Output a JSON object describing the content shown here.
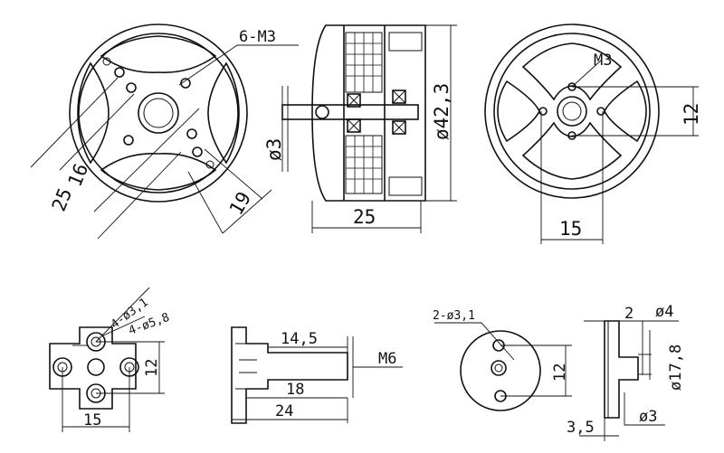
{
  "labels": {
    "holes_m3": "6-M3",
    "dia_42_3": "ø42,3",
    "dia_3": "ø3",
    "dim_16": "16",
    "dim_25_left": "25",
    "dim_19": "19",
    "dim_25_bottom": "25",
    "m3": "M3",
    "dim_12_right": "12",
    "dim_15_right": "15",
    "holes_4_31": "4-ø3,1",
    "holes_4_58": "4-ø5,8",
    "dim_12_mount": "12",
    "dim_15_mount": "15",
    "dim_14_5": "14,5",
    "m6": "M6",
    "dim_18": "18",
    "dim_24": "24",
    "holes_2_31": "2-ø3,1",
    "dim_12_disc": "12",
    "dim_2": "2",
    "dia_4": "ø4",
    "dia_17_8": "ø17,8",
    "dim_3_5": "3,5",
    "dia_3_bottom": "ø3"
  }
}
